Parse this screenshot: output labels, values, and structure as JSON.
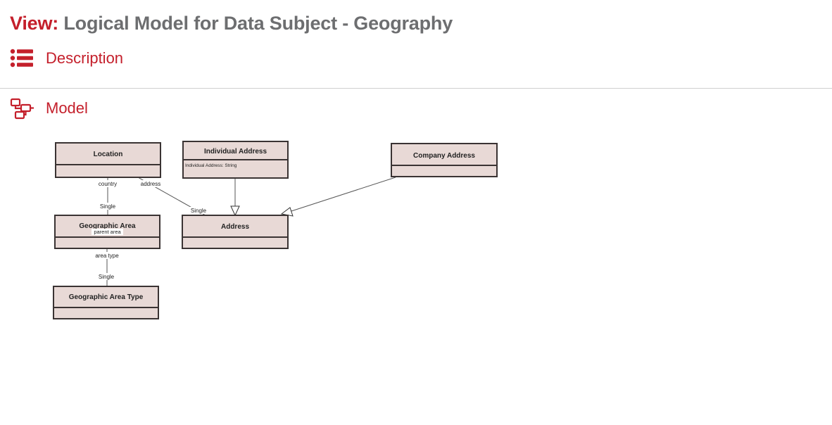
{
  "header": {
    "view_prefix": "View:",
    "title": "Logical Model for Data Subject - Geography"
  },
  "sections": {
    "description": {
      "label": "Description",
      "icon": "list-icon"
    },
    "model": {
      "label": "Model",
      "icon": "model-diagram-icon"
    }
  },
  "colors": {
    "accent": "#c41f2b",
    "title_grey": "#6d6e70",
    "entity_fill": "#e8d9d6",
    "entity_border": "#3a3333"
  },
  "diagram": {
    "entities": {
      "location": {
        "name": "Location",
        "attribute": ""
      },
      "individual_address": {
        "name": "Individual Address",
        "attribute": "Individual Address: String"
      },
      "company_address": {
        "name": "Company Address",
        "attribute": ""
      },
      "geographic_area": {
        "name": "Geographic Area",
        "attribute": ""
      },
      "address": {
        "name": "Address",
        "attribute": ""
      },
      "geographic_area_type": {
        "name": "Geographic Area Type",
        "attribute": ""
      }
    },
    "labels": {
      "country": "country",
      "address": "address",
      "single_1": "Single",
      "single_2": "Single",
      "parent_area": "parent area",
      "area_type": "area type",
      "single_3": "Single"
    }
  }
}
